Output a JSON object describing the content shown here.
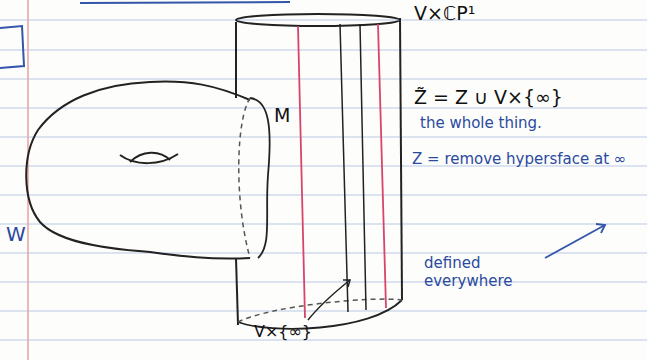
{
  "diagram": {
    "labels": [
      "V×ℂP¹",
      "M",
      "W",
      "Z̃ = Z ∪ V×{∞}",
      "the whole thing.",
      "Z = remove hypersface at ∞",
      "defined everywhere",
      "V×{∞}"
    ]
  }
}
